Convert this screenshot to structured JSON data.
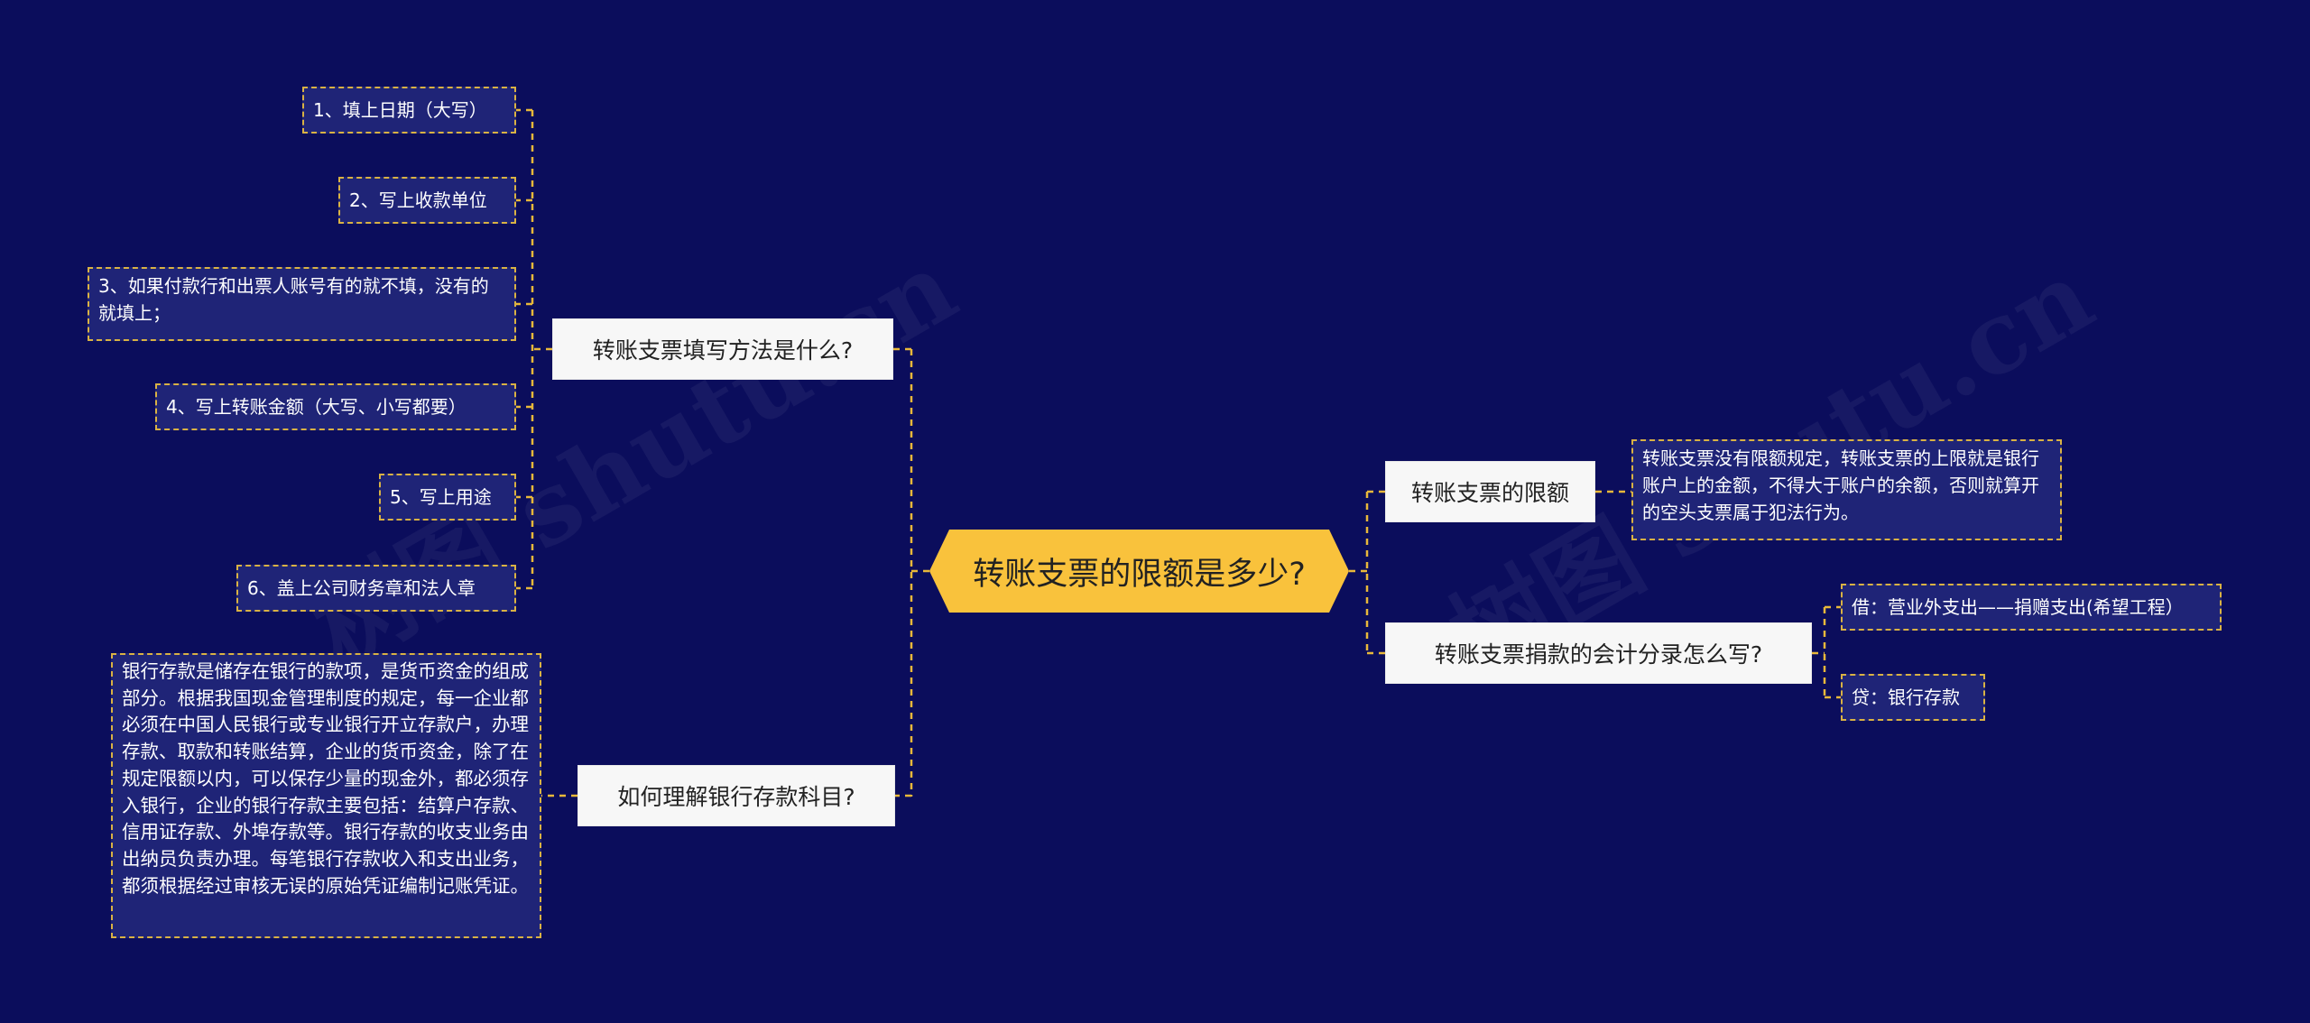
{
  "root": {
    "label": "转账支票的限额是多少?"
  },
  "branches": {
    "fill_method": {
      "label": "转账支票填写方法是什么?",
      "items": [
        "1、填上日期（大写）",
        "2、写上收款单位",
        "3、如果付款行和出票人账号有的就不填，没有的就填上；",
        "4、写上转账金额（大写、小写都要）",
        "5、写上用途",
        "6、盖上公司财务章和法人章"
      ]
    },
    "bank_deposit": {
      "label": "如何理解银行存款科目?",
      "detail": "银行存款是储存在银行的款项，是货币资金的组成部分。根据我国现金管理制度的规定，每一企业都必须在中国人民银行或专业银行开立存款户，办理存款、取款和转账结算，企业的货币资金，除了在规定限额以内，可以保存少量的现金外，都必须存入银行，企业的银行存款主要包括：结算户存款、信用证存款、外埠存款等。银行存款的收支业务由出纳员负责办理。每笔银行存款收入和支出业务，都须根据经过审核无误的原始凭证编制记账凭证。"
    },
    "limit": {
      "label": "转账支票的限额",
      "detail": "转账支票没有限额规定，转账支票的上限就是银行账户上的金额，不得大于账户的余额，否则就算开的空头支票属于犯法行为。"
    },
    "donation_entry": {
      "label": "转账支票捐款的会计分录怎么写?",
      "items": [
        "借：营业外支出——捐赠支出(希望工程）",
        "贷：银行存款"
      ]
    }
  },
  "watermark": "树图 shutu.cn",
  "colors": {
    "background": "#0b0d5c",
    "root": "#f9c23c",
    "connector": "#e8b83a",
    "leaf_bg": "#1f2477"
  }
}
